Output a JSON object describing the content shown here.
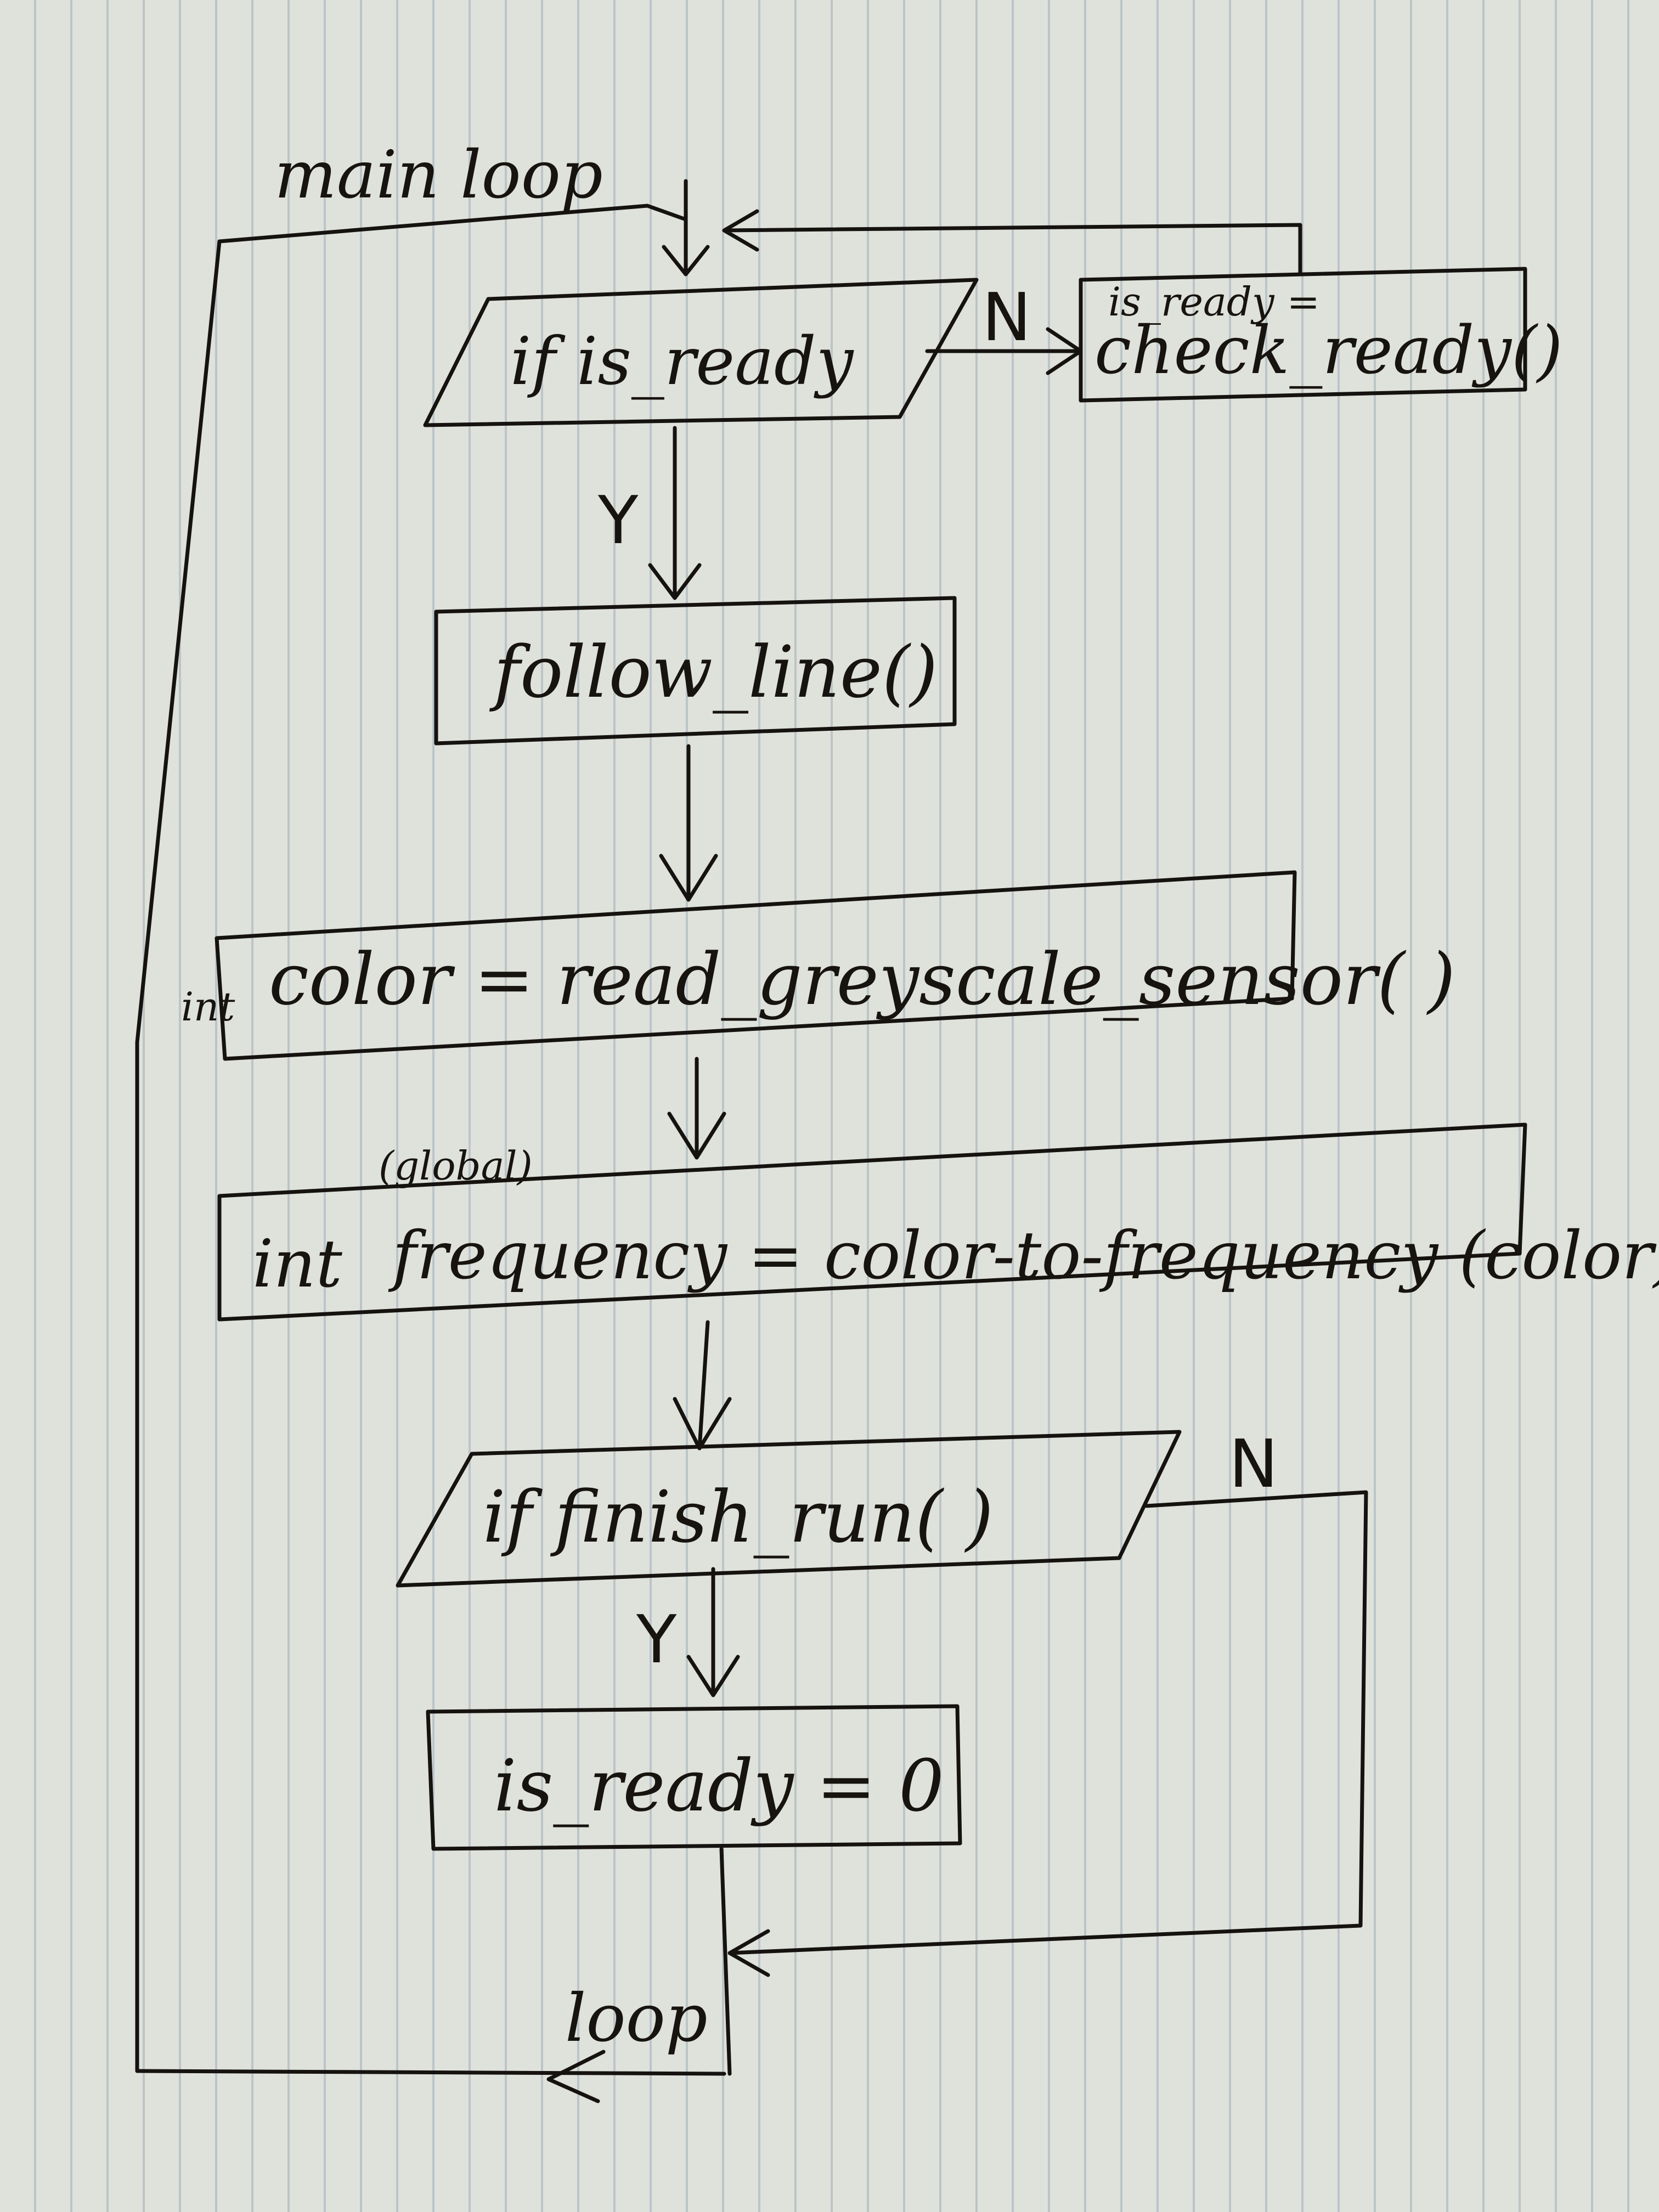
{
  "diagram": {
    "header_label": "main loop",
    "loop_label": "loop",
    "decision_ready": {
      "text": "if is_ready",
      "no_label": "N",
      "yes_label": "Y"
    },
    "check_ready_box": {
      "line1": "is_ready =",
      "line2": "check_ready()"
    },
    "follow_line_box": {
      "text": "follow_line()"
    },
    "read_sensor_box": {
      "prefix": "int",
      "text": "color = read_greyscale_sensor( )"
    },
    "frequency_box": {
      "annotation": "(global)",
      "prefix": "int",
      "text": "frequency = color-to-frequency (color)"
    },
    "decision_finish": {
      "text": "if finish_run( )",
      "no_label": "N",
      "yes_label": "Y"
    },
    "reset_box": {
      "text": "is_ready = 0"
    }
  }
}
